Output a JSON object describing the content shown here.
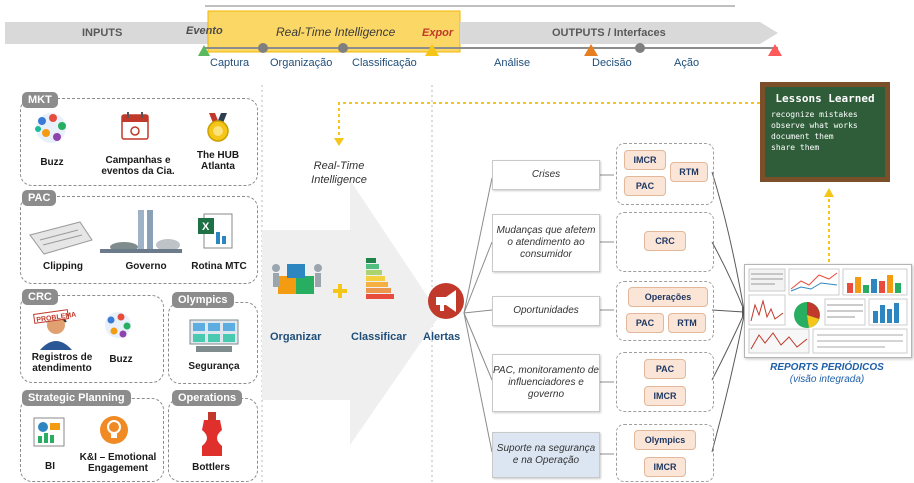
{
  "timeline": {
    "inputs": "INPUTS",
    "evento": "Evento",
    "rti": "Real-Time Intelligence",
    "expor": "Expor",
    "outputs": "OUTPUTS / Interfaces",
    "stages": [
      "Captura",
      "Organização",
      "Classificação",
      "Análise",
      "Decisão",
      "Ação"
    ]
  },
  "sections": {
    "mkt": {
      "tag": "MKT",
      "items": [
        "Buzz",
        "Campanhas e eventos da Cia.",
        "The HUB Atlanta"
      ]
    },
    "pac": {
      "tag": "PAC",
      "items": [
        "Clipping",
        "Governo",
        "Rotina MTC"
      ]
    },
    "crc": {
      "tag": "CRC",
      "items": [
        "Registros de atendimento",
        "Buzz"
      ]
    },
    "olympics": {
      "tag": "Olympics",
      "items": [
        "Segurança"
      ]
    },
    "strategic": {
      "tag": "Strategic Planning",
      "items": [
        "BI",
        "K&I – Emotional Engagement"
      ]
    },
    "operations": {
      "tag": "Operations",
      "items": [
        "Bottlers"
      ]
    }
  },
  "process": {
    "rti_label": "Real-Time Intelligence",
    "organizar": "Organizar",
    "classificar": "Classificar",
    "alertas": "Alertas",
    "stamp": "PROBLEMA"
  },
  "outputs": [
    {
      "label": "Crises",
      "chips": [
        "IMCR",
        "RTM",
        "PAC"
      ]
    },
    {
      "label": "Mudanças que afetem o atendimento ao consumidor",
      "chips": [
        "CRC"
      ]
    },
    {
      "label": "Oportunidades",
      "chips": [
        "Operações",
        "PAC",
        "RTM"
      ]
    },
    {
      "label": "PAC, monitoramento de influenciadores e governo",
      "chips": [
        "PAC",
        "IMCR"
      ]
    },
    {
      "label": "Suporte na segurança e na Operação",
      "chips": [
        "Olympics",
        "IMCR"
      ]
    }
  ],
  "lessons": {
    "title": "Lessons Learned",
    "lines": [
      "recognize mistakes",
      "observe what works",
      "document them",
      "share them"
    ]
  },
  "reports": {
    "title": "REPORTS PERIÓDICOS",
    "subtitle": "(visão integrada)"
  },
  "colors": {
    "accent_yellow": "#f5c518",
    "arrow_gray": "#bfbfbf",
    "stage_blue": "#1f4e79",
    "board_green": "#2f5d3a",
    "chip_bg": "#fbe5d6"
  }
}
